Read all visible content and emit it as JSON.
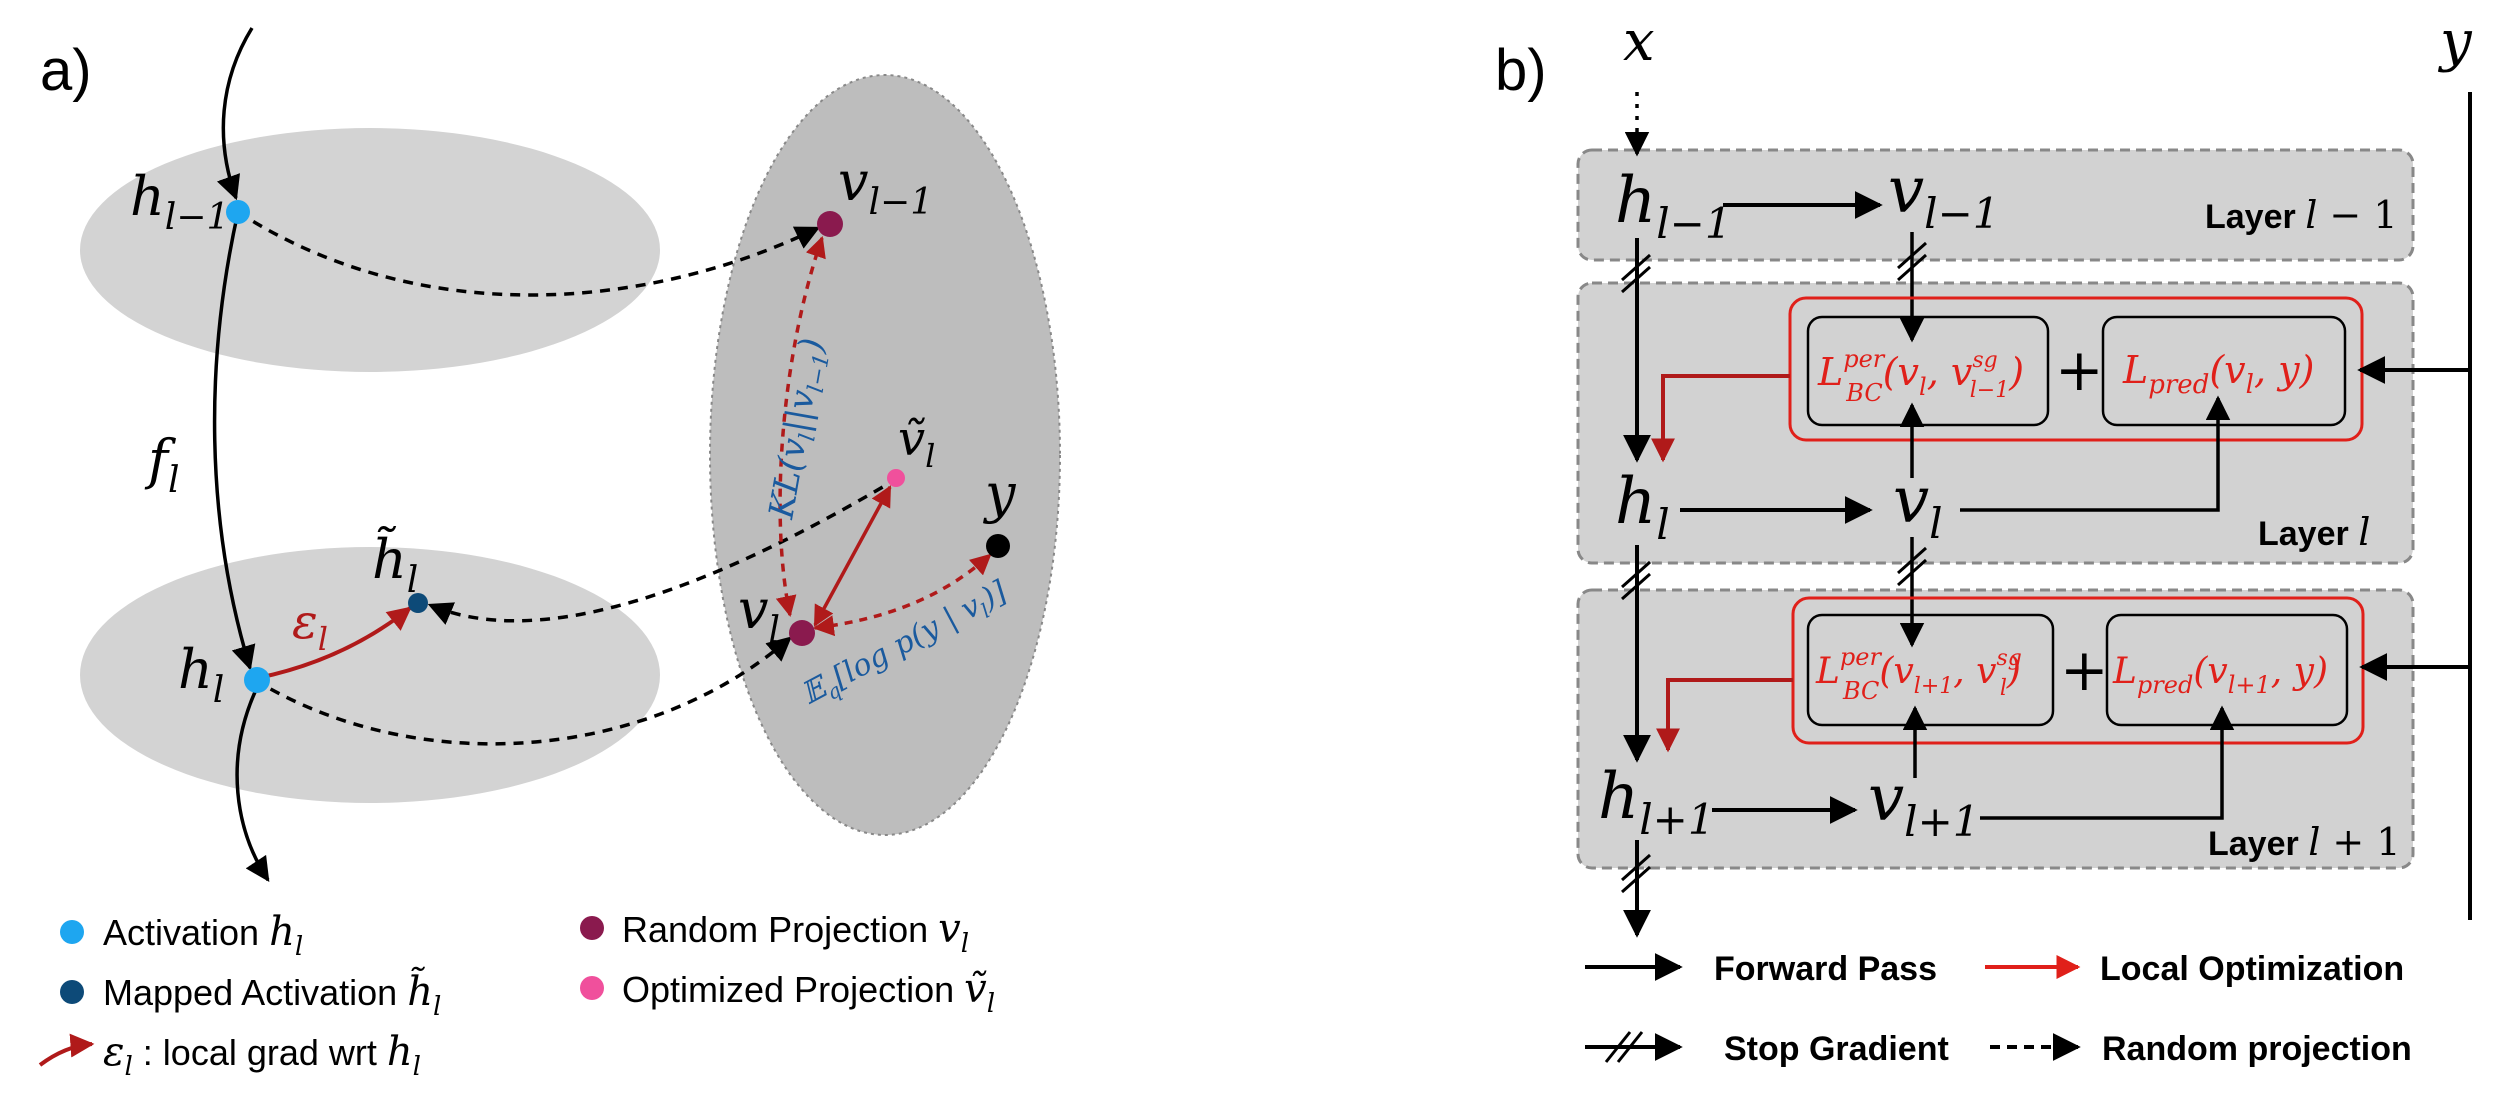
{
  "panel_a": {
    "label": "a)",
    "nodes": {
      "h_prev": "h",
      "h_prev_sub": "l−1",
      "v_prev": "v",
      "v_prev_sub": "l−1",
      "f": "f",
      "f_sub": "l",
      "h_tilde": "h̃",
      "h_tilde_sub": "l",
      "eps": "ε",
      "eps_sub": "l",
      "h": "h",
      "h_sub": "l",
      "v_tilde": "ṽ",
      "v_tilde_sub": "l",
      "y": "y",
      "v": "v",
      "v_sub": "l",
      "kl": "KL(v",
      "kl_sub1": "l",
      "kl_mid": "||v",
      "kl_sub2": "l−1",
      "kl_end": ")",
      "eq": "𝔼",
      "eq_sub": "q",
      "eq_rest": "[log p(y | v",
      "eq_sub2": "l",
      "eq_end": ")]"
    },
    "legend": {
      "activation": "Activation ",
      "activation_sym": "h",
      "activation_sub": "l",
      "mapped": "Mapped Activation ",
      "mapped_sym": "h̃",
      "mapped_sub": "l",
      "local_grad_sym": "ε",
      "local_grad_sub": "l",
      "local_grad_text": " : local grad wrt ",
      "local_grad_h": "h",
      "local_grad_h_sub": "l",
      "random": "Random Projection ",
      "random_sym": "v",
      "random_sub": "l",
      "optimized": "Optimized Projection ",
      "optimized_sym": "ṽ",
      "optimized_sub": "l"
    },
    "colors": {
      "activation": "#1ea6f0",
      "mapped": "#0d4a78",
      "random": "#8a1a4e",
      "optimized": "#f0509c",
      "grad": "#b01a1a",
      "kl_text": "#1a5a9e",
      "ellipse": "#d3d3d3",
      "big_ellipse": "#bdbdbd"
    }
  },
  "panel_b": {
    "label": "b)",
    "x": "x",
    "y": "y",
    "layer_prev": {
      "label": "Layer ",
      "sym": "l",
      "suffix": " − 1",
      "h": "h",
      "h_sub": "l−1",
      "v": "v",
      "v_sub": "l−1"
    },
    "layer_cur": {
      "label": "Layer ",
      "sym": "l",
      "suffix": "",
      "h": "h",
      "h_sub": "l",
      "v": "v",
      "v_sub": "l",
      "loss1_L": "L",
      "loss1_sup": "per",
      "loss1_sub": "BC",
      "loss1_args": "(v",
      "loss1_a_sub": "l",
      "loss1_mid": ", v",
      "loss1_sg": "sg",
      "loss1_sg_sub": "l−1",
      "loss1_end": ")",
      "plus": "+",
      "loss2_L": "L",
      "loss2_sub": "pred",
      "loss2_args": "(v",
      "loss2_a_sub": "l",
      "loss2_end": ", y)"
    },
    "layer_next": {
      "label": "Layer ",
      "sym": "l",
      "suffix": " + 1",
      "h": "h",
      "h_sub": "l+1",
      "v": "v",
      "v_sub": "l+1",
      "loss1_L": "L",
      "loss1_sup": "per",
      "loss1_sub": "BC",
      "loss1_args": "(v",
      "loss1_a_sub": "l+1",
      "loss1_mid": ", v",
      "loss1_sg": "sg",
      "loss1_sg_sub": "l",
      "loss1_end": ")",
      "plus": "+",
      "loss2_L": "L",
      "loss2_sub": "pred",
      "loss2_args": "(v",
      "loss2_a_sub": "l+1",
      "loss2_end": ", y)"
    },
    "legend": {
      "forward": "Forward Pass",
      "local": "Local Optimization",
      "stop": "Stop Gradient",
      "random": "Random projection"
    },
    "colors": {
      "loss_text": "#e0201a",
      "layer_box": "#d2d2d2",
      "dark_red_arrow": "#b01a1a"
    }
  }
}
